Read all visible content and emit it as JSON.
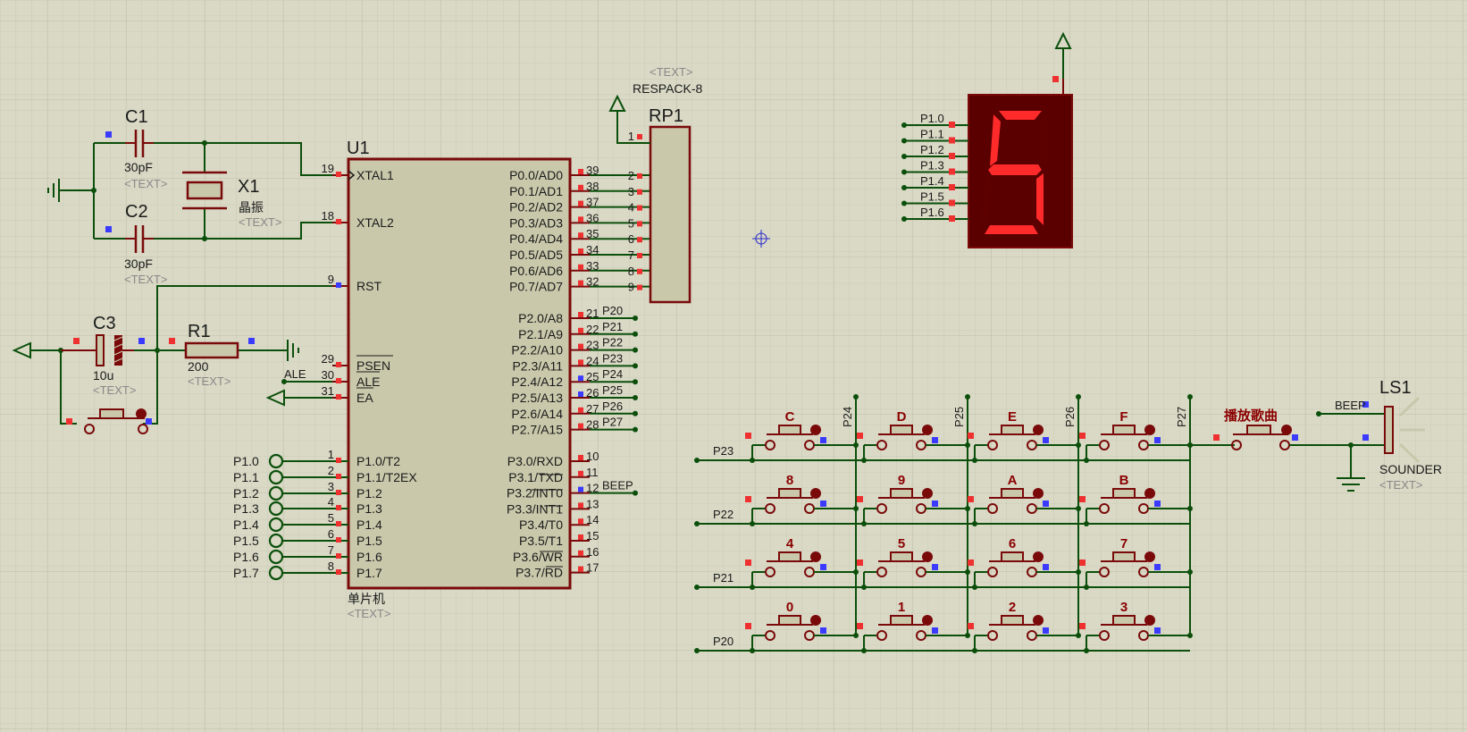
{
  "mcu": {
    "ref": "U1",
    "name": "单片机",
    "text": "<TEXT>",
    "left_pins": [
      {
        "num": "19",
        "label": "XTAL1"
      },
      {
        "num": "18",
        "label": "XTAL2"
      },
      {
        "num": "9",
        "label": "RST"
      },
      {
        "num": "29",
        "label": "PSEN"
      },
      {
        "num": "30",
        "label": "ALE"
      },
      {
        "num": "31",
        "label": "EA"
      },
      {
        "num": "1",
        "label": "P1.0/T2"
      },
      {
        "num": "2",
        "label": "P1.1/T2EX"
      },
      {
        "num": "3",
        "label": "P1.2"
      },
      {
        "num": "4",
        "label": "P1.3"
      },
      {
        "num": "5",
        "label": "P1.4"
      },
      {
        "num": "6",
        "label": "P1.5"
      },
      {
        "num": "7",
        "label": "P1.6"
      },
      {
        "num": "8",
        "label": "P1.7"
      }
    ],
    "right_pins": [
      {
        "num": "39",
        "label": "P0.0/AD0",
        "net": ""
      },
      {
        "num": "38",
        "label": "P0.1/AD1",
        "net": ""
      },
      {
        "num": "37",
        "label": "P0.2/AD2",
        "net": ""
      },
      {
        "num": "36",
        "label": "P0.3/AD3",
        "net": ""
      },
      {
        "num": "35",
        "label": "P0.4/AD4",
        "net": ""
      },
      {
        "num": "34",
        "label": "P0.5/AD5",
        "net": ""
      },
      {
        "num": "33",
        "label": "P0.6/AD6",
        "net": ""
      },
      {
        "num": "32",
        "label": "P0.7/AD7",
        "net": ""
      },
      {
        "num": "21",
        "label": "P2.0/A8",
        "net": "P20"
      },
      {
        "num": "22",
        "label": "P2.1/A9",
        "net": "P21"
      },
      {
        "num": "23",
        "label": "P2.2/A10",
        "net": "P22"
      },
      {
        "num": "24",
        "label": "P2.3/A11",
        "net": "P23"
      },
      {
        "num": "25",
        "label": "P2.4/A12",
        "net": "P24"
      },
      {
        "num": "26",
        "label": "P2.5/A13",
        "net": "P25"
      },
      {
        "num": "27",
        "label": "P2.6/A14",
        "net": "P26"
      },
      {
        "num": "28",
        "label": "P2.7/A15",
        "net": "P27"
      },
      {
        "num": "10",
        "label": "P3.0/RXD",
        "net": ""
      },
      {
        "num": "11",
        "label": "P3.1/TXD",
        "net": ""
      },
      {
        "num": "12",
        "label": "P3.2/INT0",
        "net": "BEEP"
      },
      {
        "num": "13",
        "label": "P3.3/INT1",
        "net": ""
      },
      {
        "num": "14",
        "label": "P3.4/T0",
        "net": ""
      },
      {
        "num": "15",
        "label": "P3.5/T1",
        "net": ""
      },
      {
        "num": "16",
        "label": "P3.6/WR",
        "net": ""
      },
      {
        "num": "17",
        "label": "P3.7/RD",
        "net": ""
      }
    ],
    "p1_terminals": [
      "P1.0",
      "P1.1",
      "P1.2",
      "P1.3",
      "P1.4",
      "P1.5",
      "P1.6",
      "P1.7"
    ],
    "ale_terminal": "ALE"
  },
  "components": {
    "c1": {
      "ref": "C1",
      "value": "30pF",
      "text": "<TEXT>"
    },
    "c2": {
      "ref": "C2",
      "value": "30pF",
      "text": "<TEXT>"
    },
    "x1": {
      "ref": "X1",
      "value": "晶振",
      "text": "<TEXT>"
    },
    "c3": {
      "ref": "C3",
      "value": "10u",
      "text": "<TEXT>"
    },
    "r1": {
      "ref": "R1",
      "value": "200",
      "text": "<TEXT>"
    },
    "rp1": {
      "ref": "RP1",
      "value": "RESPACK-8",
      "text": "<TEXT>",
      "pins": [
        "1",
        "2",
        "3",
        "4",
        "5",
        "6",
        "7",
        "8",
        "9"
      ]
    },
    "ls1": {
      "ref": "LS1",
      "value": "SOUNDER",
      "text": "<TEXT>",
      "net": "BEEP"
    },
    "display": {
      "inputs": [
        "P1.0",
        "P1.1",
        "P1.2",
        "P1.3",
        "P1.4",
        "P1.5",
        "P1.6"
      ],
      "digit": "5"
    },
    "play_button": {
      "label": "播放歌曲"
    }
  },
  "keypad": {
    "rows": [
      {
        "net": "P23",
        "keys": [
          "C",
          "D",
          "E",
          "F"
        ]
      },
      {
        "net": "P22",
        "keys": [
          "8",
          "9",
          "A",
          "B"
        ]
      },
      {
        "net": "P21",
        "keys": [
          "4",
          "5",
          "6",
          "7"
        ]
      },
      {
        "net": "P20",
        "keys": [
          "0",
          "1",
          "2",
          "3"
        ]
      }
    ],
    "cols": [
      "P24",
      "P25",
      "P26",
      "P27"
    ]
  },
  "colors": {
    "wire": "#0b4f0b",
    "body": "#7a0a0a",
    "fill": "#c9c8ab",
    "grid": "#c8c8b2",
    "pin_red": "#ee3030",
    "pin_blue": "#3b3bff",
    "seg_on": "#ff2a2a",
    "seg_off": "#5c0000"
  }
}
